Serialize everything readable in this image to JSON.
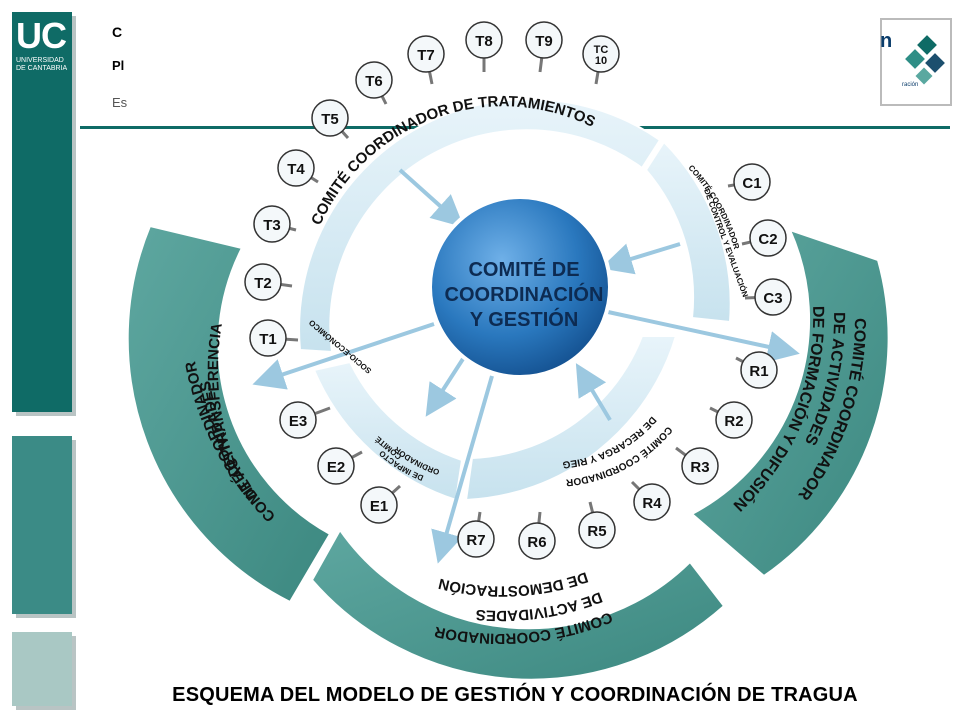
{
  "logo": {
    "mark": "UC",
    "line1": "UNIVERSIDAD",
    "line2": "DE CANTABRIA"
  },
  "header": {
    "line1": "C",
    "line2": "Pl",
    "line3": "Es"
  },
  "right_logo": {
    "letter": "n",
    "sub": "ración"
  },
  "center": {
    "line1": "COMITÉ DE",
    "line2": "COORDINACIÓN",
    "line3": "Y GESTIÓN"
  },
  "committees": {
    "tratamientos": "COMITÉ COORDINADOR DE TRATAMIENTOS",
    "control": {
      "line1": "COMITÉ COORDINADOR",
      "line2": "DE CONTROL Y EVALUACIÓN"
    },
    "formacion": {
      "line1": "COMITÉ COORDINADOR",
      "line2": "DE ACTIVIDADES",
      "line3": "DE FORMACIÓN Y DIFUSIÓN"
    },
    "recarga": {
      "line1": "COMITÉ COORDINADOR",
      "line2": "DE RECARGA Y RIEGOS"
    },
    "demostracion": {
      "line1": "COMITÉ COORDINADOR",
      "line2": "DE ACTIVIDADES",
      "line3": "DE DEMOSTRACIÓN"
    },
    "impacto": {
      "line1": "COMITÉ",
      "line2": "ORDINADOR",
      "line3": "DE IMPACTO",
      "line4": "SOCIO-ECONÓMICO"
    },
    "transferencia": {
      "line1": "COMITÉ COORDINADOR",
      "line2": "DE ACTIVIDADES",
      "line3": "DE TRANSFERENCIA"
    }
  },
  "nodes": [
    "T1",
    "T2",
    "T3",
    "T4",
    "T5",
    "T6",
    "T7",
    "T8",
    "T9",
    "TC 10",
    "C1",
    "C2",
    "C3",
    "R1",
    "R2",
    "R3",
    "R4",
    "R5",
    "R6",
    "R7",
    "E1",
    "E2",
    "E3"
  ],
  "caption": "ESQUEMA DEL MODELO DE GESTIÓN Y COORDINACIÓN DE TRAGUA",
  "colors": {
    "teal_dark": "#0f6b66",
    "teal_mid": "#4f9d96",
    "ring_fill": "#d8ecf4",
    "center_blue": "#1d6fb4"
  }
}
